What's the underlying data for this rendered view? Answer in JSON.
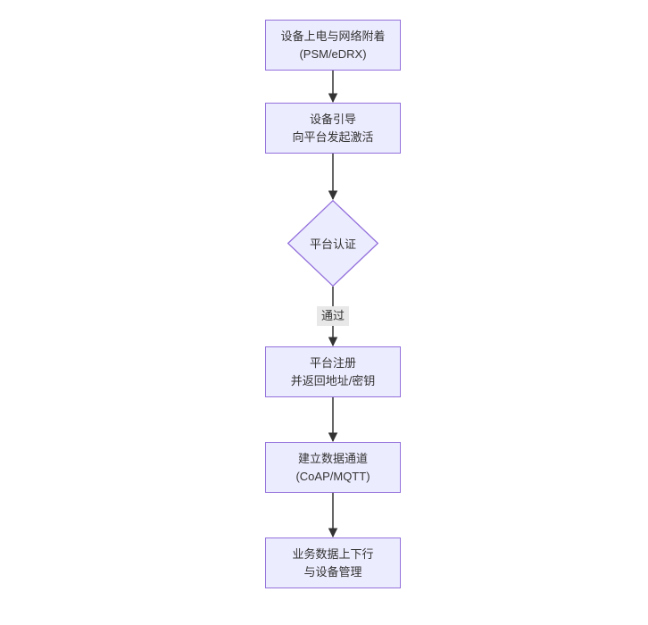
{
  "diagram": {
    "theme": {
      "canvas_bg": "#ffffff",
      "node_fill": "#ECECFF",
      "node_border": "#9370DB",
      "node_text": "#333333",
      "edge_color": "#333333",
      "edge_label_bg": "#e8e8e8"
    },
    "nodes": [
      {
        "id": "power-on-network-attach",
        "shape": "rect",
        "lines": [
          "设备上电与网络附着",
          "(PSM/eDRX)"
        ]
      },
      {
        "id": "device-bootstrap",
        "shape": "rect",
        "lines": [
          "设备引导",
          "向平台发起激活"
        ]
      },
      {
        "id": "platform-auth",
        "shape": "diamond",
        "lines": [
          "平台认证"
        ]
      },
      {
        "id": "platform-register",
        "shape": "rect",
        "lines": [
          "平台注册",
          "并返回地址/密钥"
        ]
      },
      {
        "id": "data-channel",
        "shape": "rect",
        "lines": [
          "建立数据通道",
          "(CoAP/MQTT)"
        ]
      },
      {
        "id": "business-data",
        "shape": "rect",
        "lines": [
          "业务数据上下行",
          "与设备管理"
        ]
      }
    ],
    "edges": [
      {
        "from": "power-on-network-attach",
        "to": "device-bootstrap",
        "label": ""
      },
      {
        "from": "device-bootstrap",
        "to": "platform-auth",
        "label": ""
      },
      {
        "from": "platform-auth",
        "to": "platform-register",
        "label": "通过"
      },
      {
        "from": "platform-register",
        "to": "data-channel",
        "label": ""
      },
      {
        "from": "data-channel",
        "to": "business-data",
        "label": ""
      }
    ]
  }
}
